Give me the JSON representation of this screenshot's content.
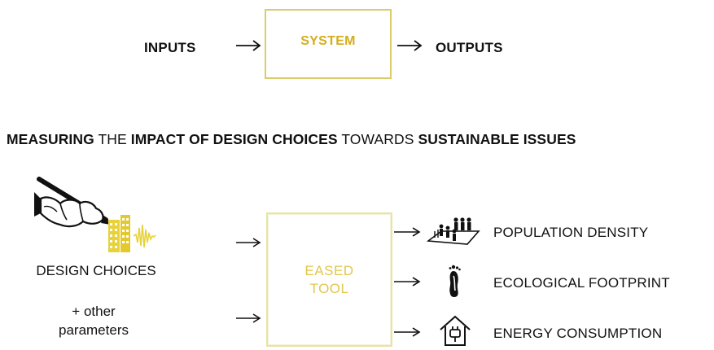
{
  "top_flow": {
    "inputs": "INPUTS",
    "system": "SYSTEM",
    "outputs": "OUTPUTS"
  },
  "heading": {
    "part1": "MEASURING",
    "part2": " THE ",
    "part3": "IMPACT OF DESIGN CHOICES",
    "part4": " TOWARDS ",
    "part5": "SUSTAINABLE ISSUES"
  },
  "left": {
    "design_choices": "DESIGN CHOICES",
    "other_line1": "+ other",
    "other_line2": "parameters"
  },
  "tool": {
    "line1": "EASED",
    "line2": "TOOL"
  },
  "outputs": [
    {
      "label": "POPULATION DENSITY",
      "icon": "population-density-icon"
    },
    {
      "label": "ECOLOGICAL FOOTPRINT",
      "icon": "footprint-icon"
    },
    {
      "label": "ENERGY CONSUMPTION",
      "icon": "house-energy-icon"
    }
  ],
  "colors": {
    "accent_gold": "#d4ad1e",
    "box_border": "#d9cd6a",
    "building_yellow": "#e8d23a",
    "text": "#111111"
  }
}
